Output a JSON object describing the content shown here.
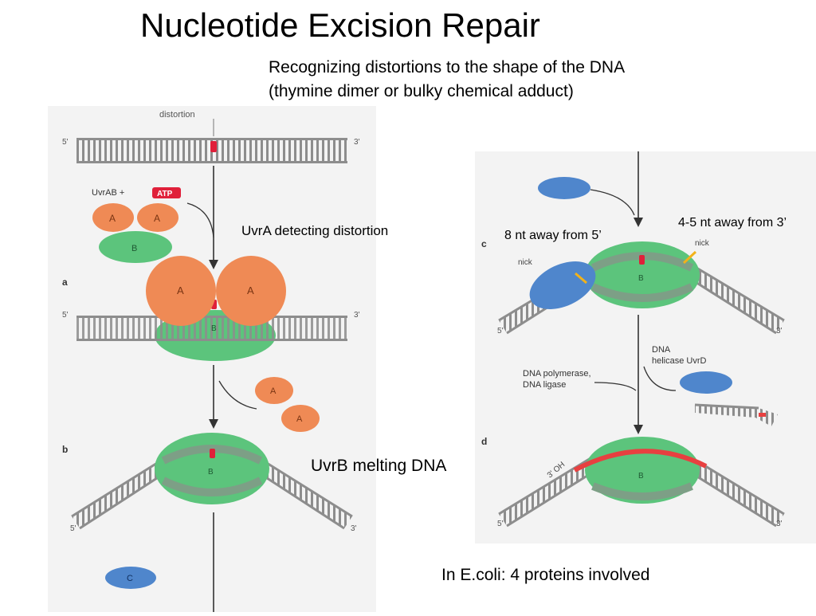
{
  "slide": {
    "title": "Nucleotide Excision Repair",
    "subtitle_line1": "Recognizing distortions to the shape of the DNA",
    "subtitle_line2": "(thymine dimer or bulky chemical adduct)",
    "annotation_uvra": "UvrA detecting distortion",
    "annotation_uvrb": "UvrB melting DNA",
    "annotation_8nt": "8 nt away from 5’",
    "annotation_45nt": "4-5 nt away from 3’",
    "footer": "In E.coli: 4 proteins involved"
  },
  "figure_left": {
    "distortion_label": "distortion",
    "five_prime": "5'",
    "three_prime": "3'",
    "uvrab_label": "UvrAB +",
    "atp_label": "ATP",
    "protein_a": "A",
    "protein_b": "B",
    "protein_c": "C",
    "step_a": "a",
    "step_b": "b"
  },
  "figure_right": {
    "step_c": "c",
    "step_d": "d",
    "nick_label": "nick",
    "helicase_line1": "DNA",
    "helicase_line2": "helicase UvrD",
    "polymerase_line1": "DNA polymerase,",
    "polymerase_line2": "DNA ligase",
    "three_oh": "3' OH",
    "five_prime": "5'",
    "three_prime": "3'"
  },
  "colors": {
    "uvra_orange": "#ef8a55",
    "uvrb_green": "#5cc47c",
    "uvrc_blue": "#4f86cc",
    "atp_red": "#e0203a",
    "dna_gray": "#8d8d8d",
    "new_dna_red": "#e84040",
    "nick_yellow": "#f2b21a"
  }
}
